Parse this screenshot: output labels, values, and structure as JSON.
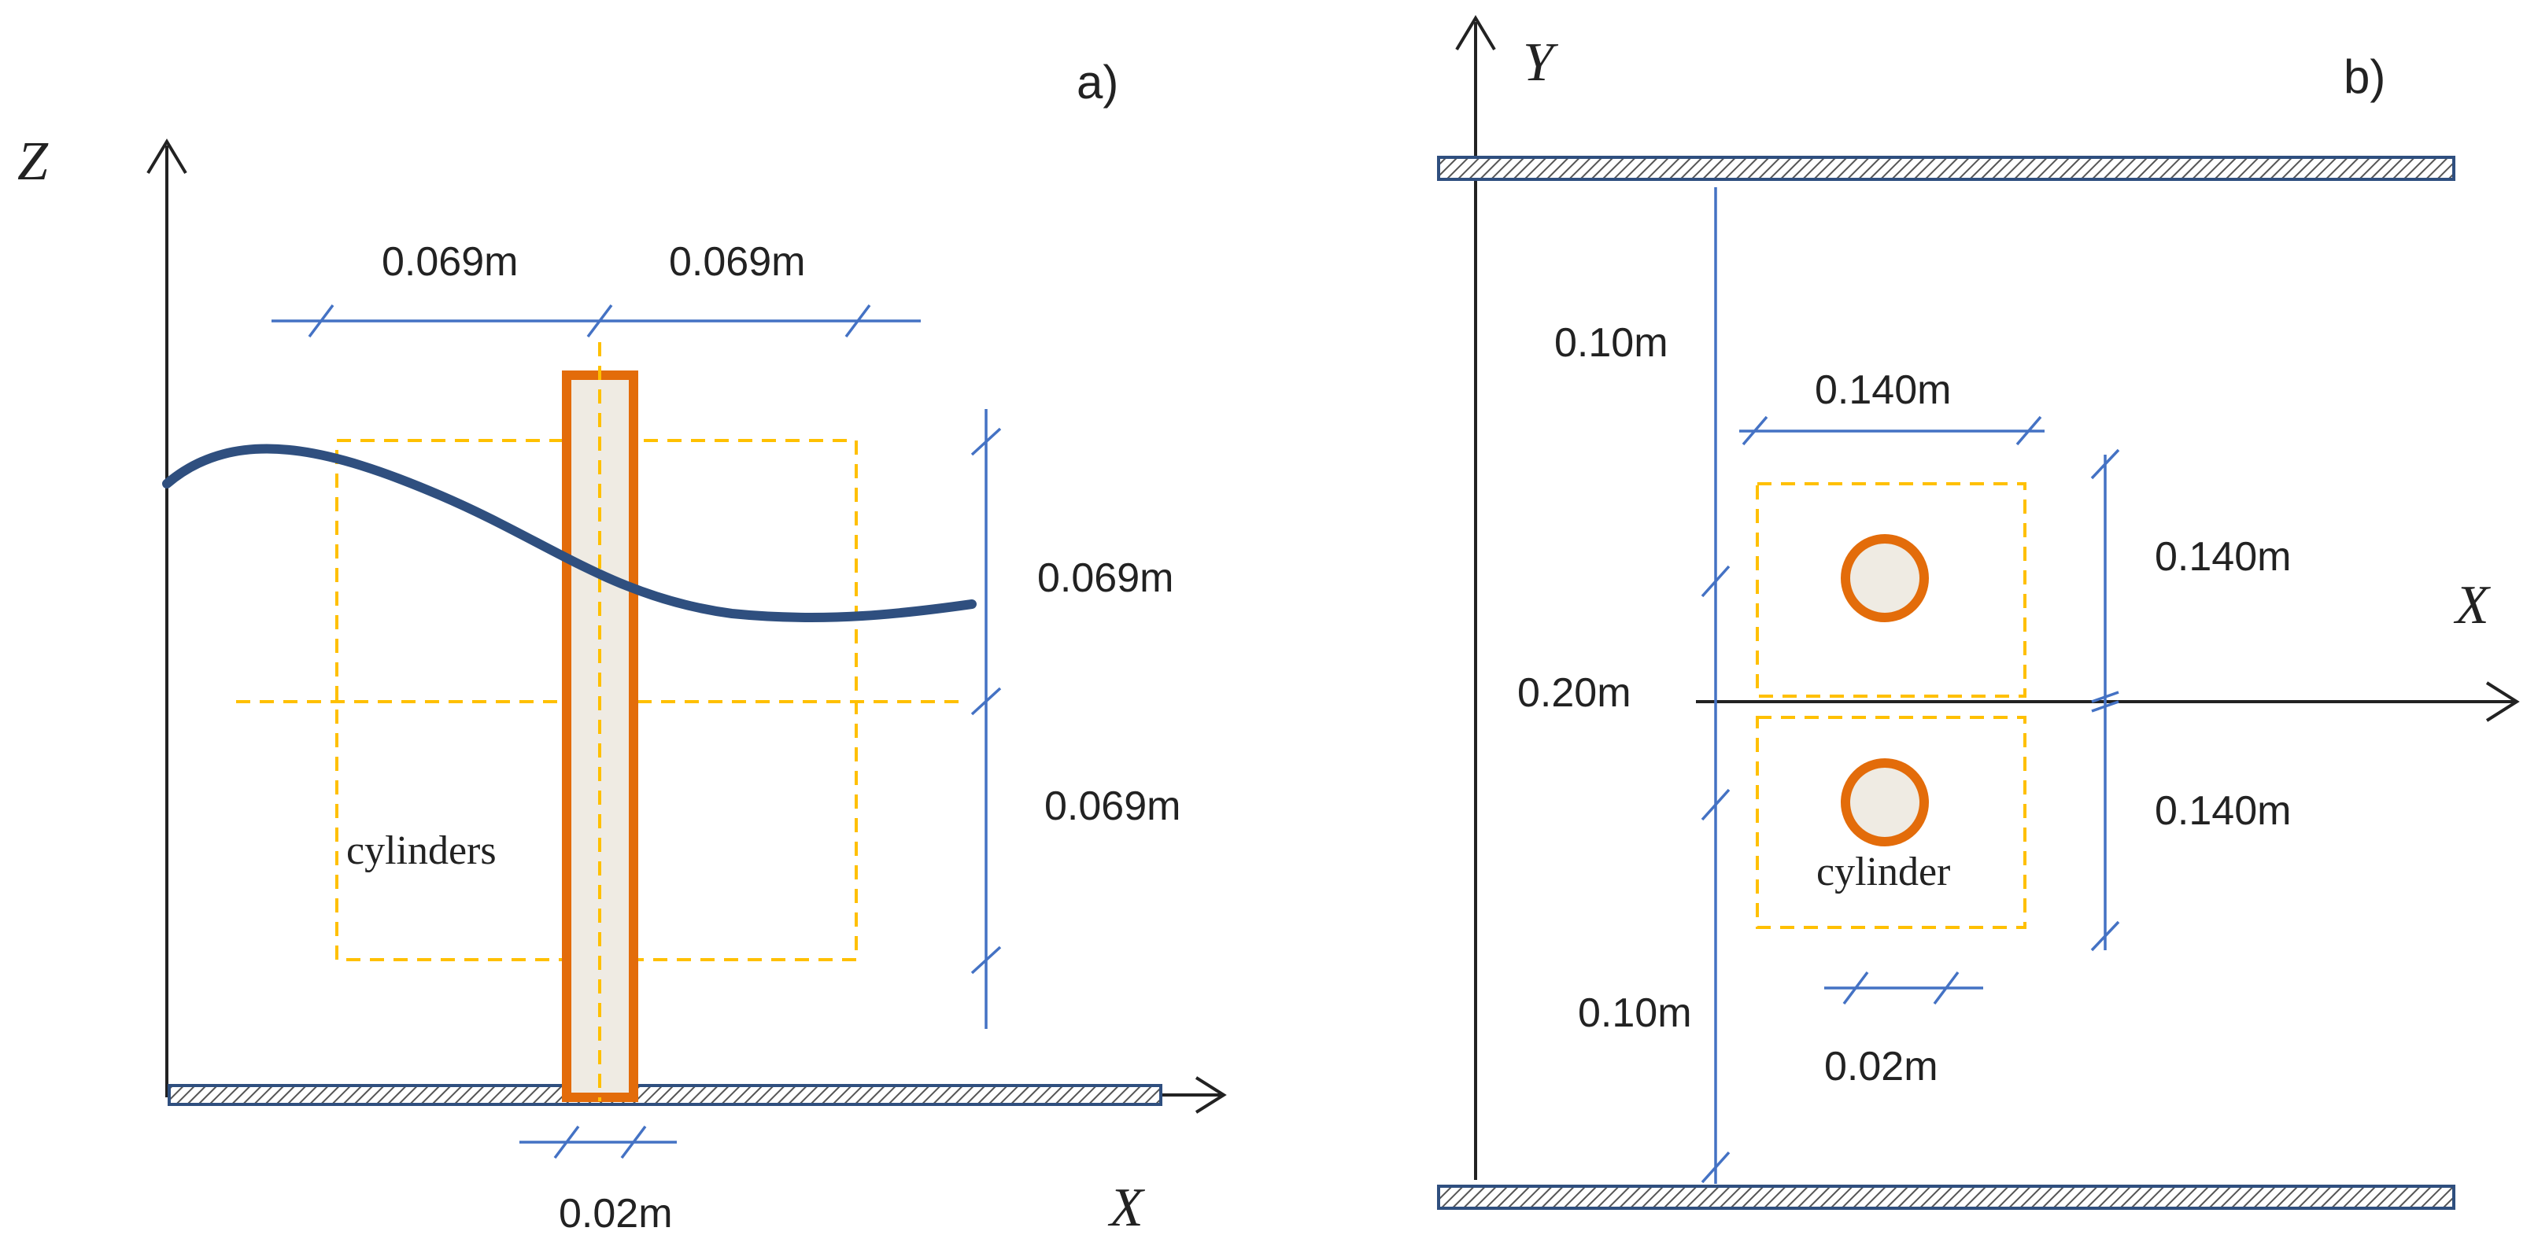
{
  "panel_a": {
    "tag": "a)",
    "z_axis_label": "Z",
    "x_axis_label": "X",
    "dim_top_left": "0.069m",
    "dim_top_right": "0.069m",
    "dim_right_upper": "0.069m",
    "dim_right_lower": "0.069m",
    "dim_bottom": "0.02m",
    "cylinders_label": "cylinders"
  },
  "panel_b": {
    "tag": "b)",
    "y_axis_label": "Y",
    "x_axis_label": "X",
    "dim_gap_top": "0.10m",
    "dim_center": "0.20m",
    "dim_gap_bottom": "0.10m",
    "dim_box_width": "0.140m",
    "dim_box_upper": "0.140m",
    "dim_box_lower": "0.140m",
    "dim_diameter": "0.02m",
    "cylinder_label": "cylinder"
  },
  "colors": {
    "axis": "#222222",
    "dimension_line": "#4472c4",
    "guide_dashed": "#ffc000",
    "cylinder_outline": "#e36c0a",
    "cylinder_fill": "#efebe3",
    "wave_and_walls": "#2f4f7f"
  }
}
